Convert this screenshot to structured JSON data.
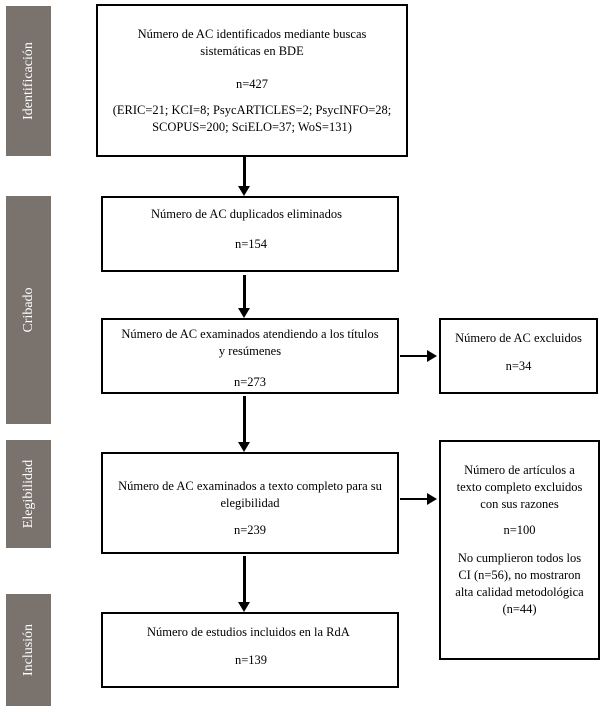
{
  "stages": {
    "identificacion": "Identificación",
    "cribado": "Cribado",
    "elegibilidad": "Elegibilidad",
    "inclusion": "Inclusión"
  },
  "boxes": {
    "identified": {
      "title": "Número de AC identificados mediante buscas\nsistemáticas en BDE",
      "count": "n=427",
      "sources": "(ERIC=21; KCI=8; PsycARTICLES=2; PsycINFO=28;\nSCOPUS=200; SciELO=37; WoS=131)"
    },
    "duplicates": {
      "title": "Número de AC duplicados eliminados",
      "count": "n=154"
    },
    "screened": {
      "title": "Número de AC examinados atendiendo a los títulos\ny resúmenes",
      "count": "n=273"
    },
    "excluded": {
      "title": "Número de AC excluidos",
      "count": "n=34"
    },
    "fulltext": {
      "title": "Número de AC examinados a texto completo para su\nelegibilidad",
      "count": "n=239"
    },
    "fulltext_excluded": {
      "title": "Número de artículos a\ntexto completo excluidos\ncon sus razones",
      "count": "n=100",
      "reasons": "No cumplieron todos los\nCI (n=56), no mostraron\nalta calidad metodológica\n(n=44)"
    },
    "included": {
      "title": "Número de estudios incluidos en la RdA",
      "count": "n=139"
    }
  }
}
